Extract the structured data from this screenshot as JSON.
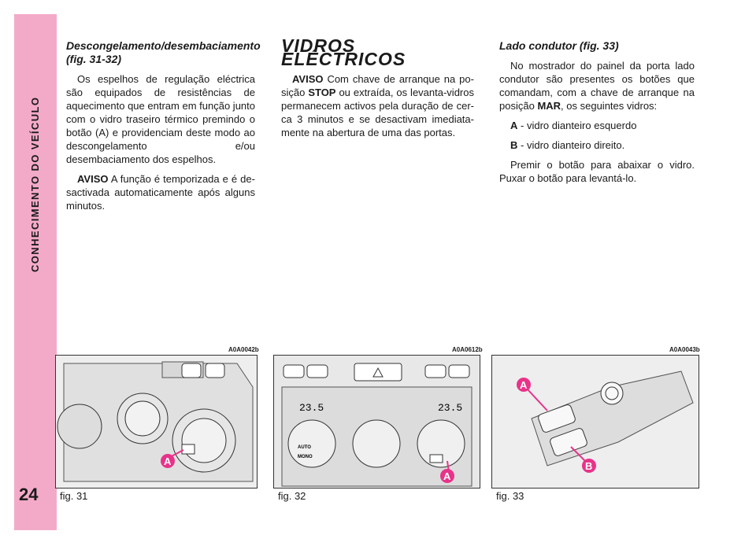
{
  "sidebar": {
    "title": "CONHECIMENTO DO VEÍCULO"
  },
  "page_number": "24",
  "col1": {
    "heading": "Descongelamento/desembaciamento (fig. 31-32)",
    "para1": "Os espelhos de regulação eléctrica são equipados de resistências de aquecimento que entram em função junto com o vidro tra­seiro térmico premindo o botão (A) e pro­videnciam deste modo ao descongelamen­to e/ou desembaciamento dos espelhos.",
    "aviso_label": "AVISO",
    "aviso_text": "A função é temporizada e é de­sactivada automaticamente após alguns mi­nutos."
  },
  "col2": {
    "heading": "VIDROS ELÉCTRICOS",
    "aviso_label": "AVISO",
    "aviso_text_1": "Com chave de arranque na po­sição",
    "stop": "STOP",
    "aviso_text_2": "ou extraída, os levanta-vidros permanecem activos pela duração de cer­ca 3 minutos e se desactivam imediata­mente na abertura de uma das portas."
  },
  "col3": {
    "heading": "Lado condutor (fig. 33)",
    "para1_a": "No mostrador do painel da porta lado con­dutor são presentes os botões que coman­dam, com a chave de arranque na posição",
    "mar": "MAR",
    "para1_b": ", os seguintes vidros:",
    "item_a_key": "A",
    "item_a_text": "- vidro dianteiro esquerdo",
    "item_b_key": "B",
    "item_b_text": "- vidro dianteiro direito.",
    "para2": "Premir o botão para abaixar o vidro. Puxar o botão para levantá-lo."
  },
  "figures": [
    {
      "code": "A0A0042b",
      "caption": "fig. 31",
      "callouts": [
        "A"
      ]
    },
    {
      "code": "A0A0612b",
      "caption": "fig. 32",
      "callouts": [
        "A"
      ],
      "display_left": "23.5",
      "display_right": "23.5",
      "left_knob_labels": [
        "AUTO",
        "MONO"
      ]
    },
    {
      "code": "A0A0043b",
      "caption": "fig. 33",
      "callouts": [
        "A",
        "B"
      ]
    }
  ],
  "colors": {
    "sidebar": "#f3aac8",
    "callout": "#e8338a"
  }
}
